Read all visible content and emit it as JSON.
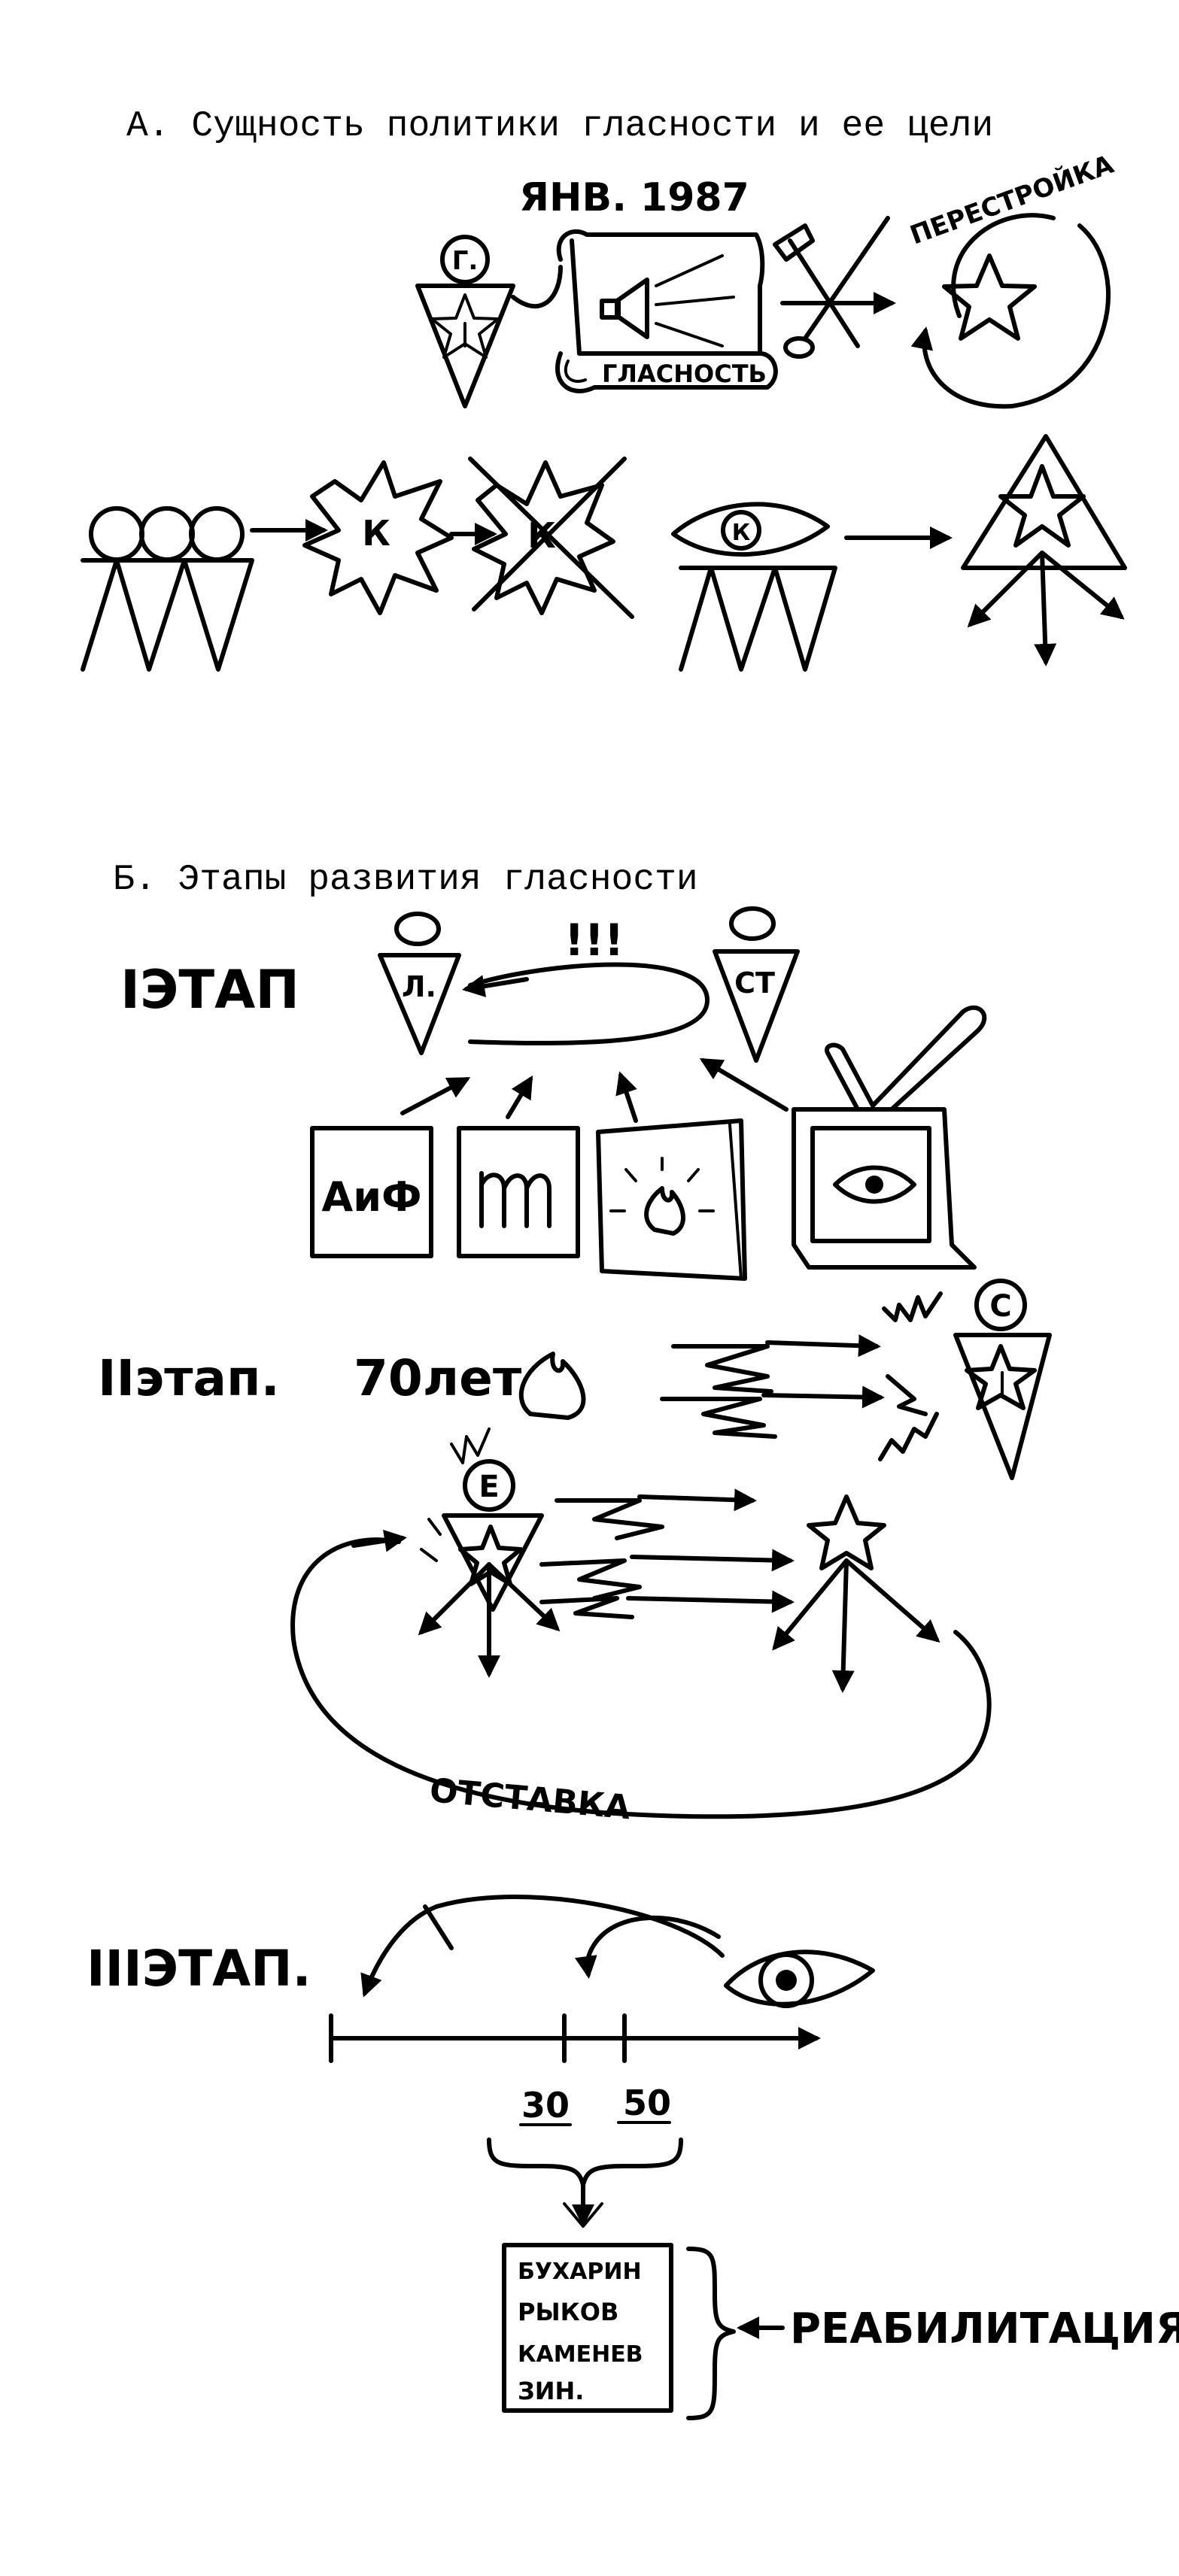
{
  "section_a": {
    "title": "А. Сущность политики гласности и ее цели",
    "date_label": "ЯНВ. 1987",
    "person_g": "Г.",
    "scroll_label": "ГЛАСНОСТЬ",
    "cycle_label": "ПЕРЕСТРОЙКА",
    "k": "К"
  },
  "section_b": {
    "title": "Б. Этапы развития гласности",
    "stage1": {
      "label": "IЭТАП",
      "exclaim": "!!!",
      "person_left": "Л.",
      "person_right": "СТ",
      "newspaper": "АиФ"
    },
    "stage2": {
      "label": "IIэтап.",
      "years": "70лет",
      "person_s": "С",
      "person_e": "Е",
      "resign": "ОТСТАВКА"
    },
    "stage3": {
      "label": "IIIЭТАП.",
      "tick_30": "30",
      "tick_50": "50",
      "names": [
        "БУХАРИН",
        "РЫКОВ",
        "КАМЕНЕВ",
        "ЗИН."
      ],
      "rehab": "РЕАБИЛИТАЦИЯ."
    }
  }
}
